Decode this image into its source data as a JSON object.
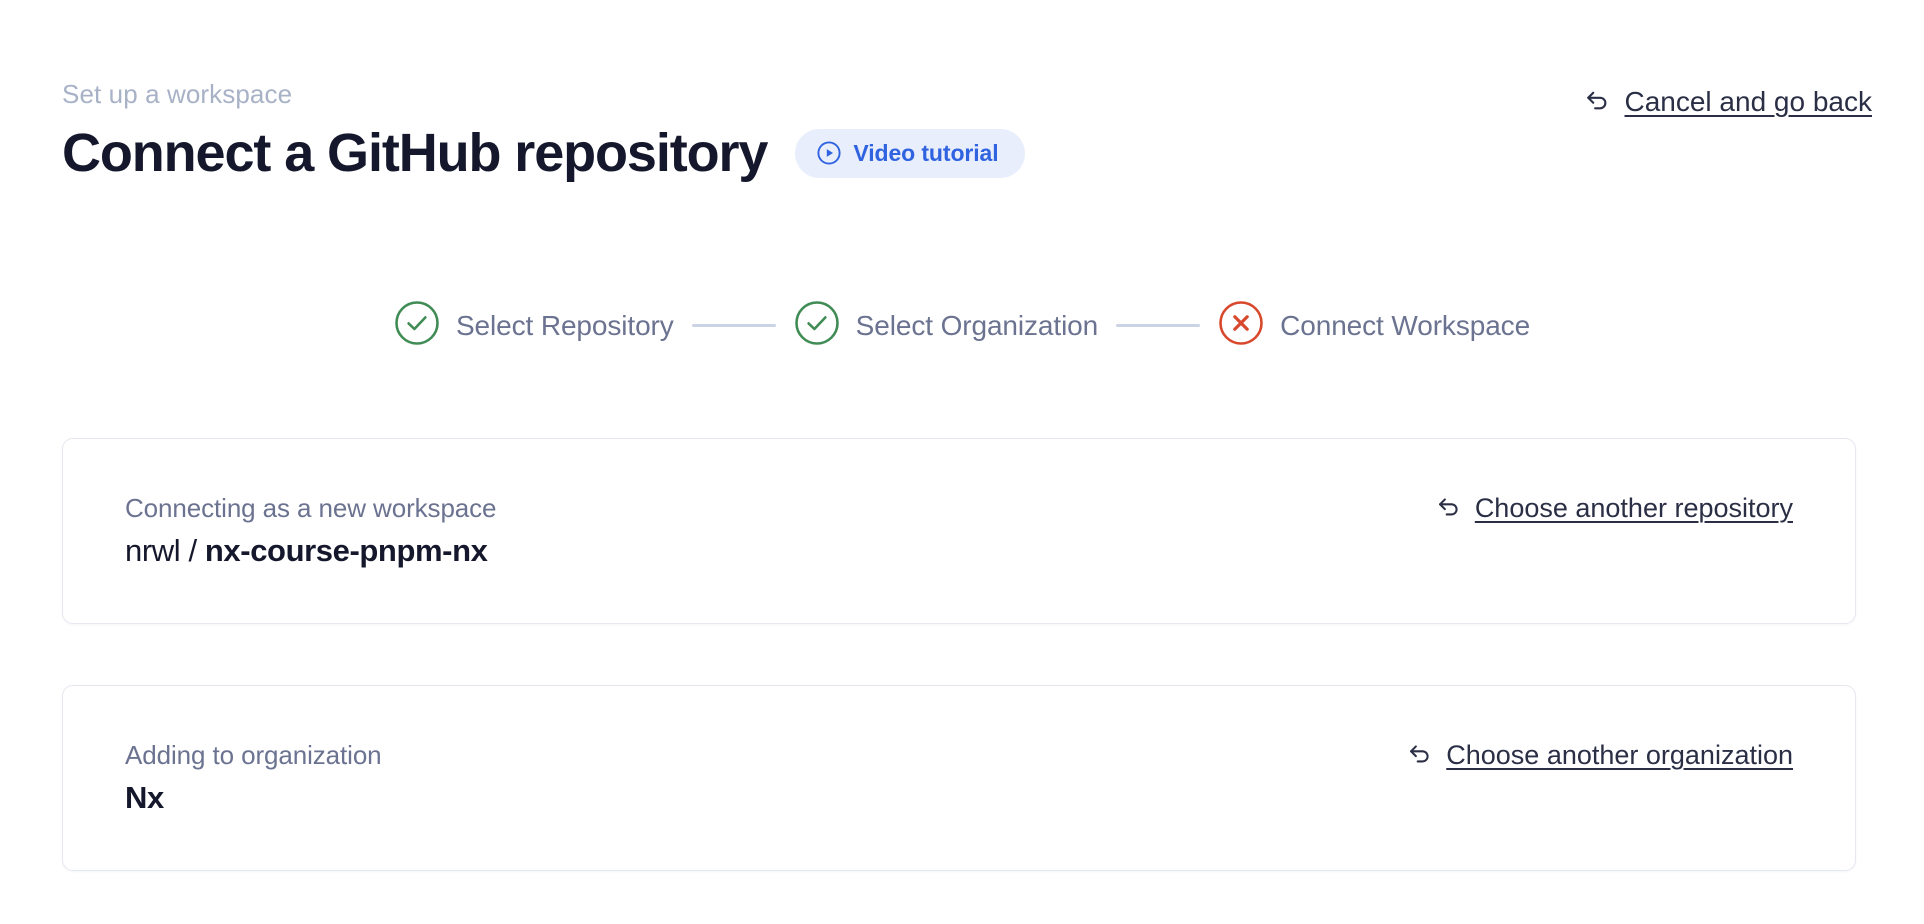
{
  "header": {
    "eyebrow": "Set up a workspace",
    "title": "Connect a GitHub repository",
    "video_badge": {
      "label": "Video tutorial",
      "icon": "play-circle-icon",
      "background": "#e8eefc",
      "text_color": "#2f63e0"
    },
    "cancel": {
      "label": "Cancel and go back",
      "icon": "back-arrow-icon"
    }
  },
  "stepper": {
    "steps": [
      {
        "label": "Select Repository",
        "state": "complete",
        "icon": "check-circle-icon",
        "color": "#418c55"
      },
      {
        "label": "Select Organization",
        "state": "complete",
        "icon": "check-circle-icon",
        "color": "#418c55"
      },
      {
        "label": "Connect Workspace",
        "state": "error",
        "icon": "x-circle-icon",
        "color": "#d8482c"
      }
    ],
    "connector_color": "#cbd4e4",
    "label_color": "#6b7391"
  },
  "cards": [
    {
      "caption": "Connecting as a new workspace",
      "owner": "nrwl",
      "separator": " / ",
      "name": "nx-course-pnpm-nx",
      "action": {
        "label": "Choose another repository",
        "icon": "back-arrow-icon"
      }
    },
    {
      "caption": "Adding to organization",
      "owner": "",
      "separator": "",
      "name": "Nx",
      "action": {
        "label": "Choose another organization",
        "icon": "back-arrow-icon"
      }
    }
  ]
}
